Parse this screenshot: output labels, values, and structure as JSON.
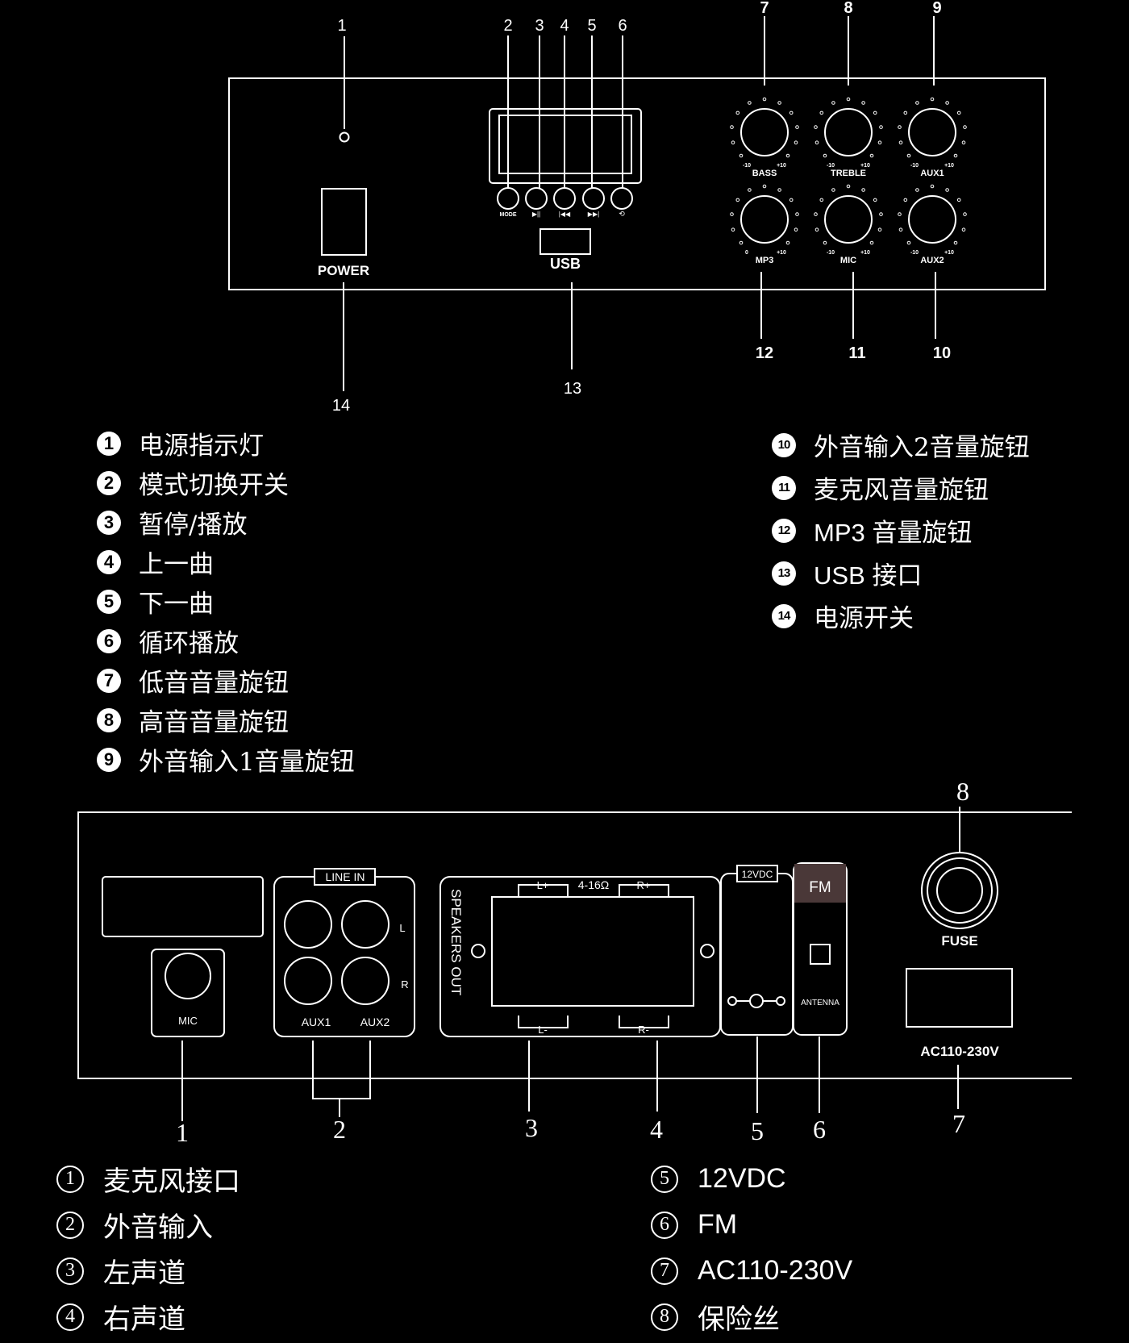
{
  "front_panel": {
    "callouts": [
      "1",
      "2",
      "3",
      "4",
      "5",
      "6",
      "7",
      "8",
      "9",
      "10",
      "11",
      "12",
      "13",
      "14"
    ],
    "labels": {
      "power": "POWER",
      "usb": "USB",
      "mode": "MODE",
      "knob_min": "-10",
      "knob_min_zero": "0",
      "knob_max": "+10"
    },
    "knobs": [
      "BASS",
      "TREBLE",
      "AUX1",
      "MP3",
      "MIC",
      "AUX2"
    ]
  },
  "legend_top_left": [
    {
      "num": "1",
      "text": "电源指示灯"
    },
    {
      "num": "2",
      "text": "模式切换开关"
    },
    {
      "num": "3",
      "text": "暂停/播放"
    },
    {
      "num": "4",
      "text": "上一曲"
    },
    {
      "num": "5",
      "text": "下一曲"
    },
    {
      "num": "6",
      "text": "循环播放"
    },
    {
      "num": "7",
      "text": "低音音量旋钮"
    },
    {
      "num": "8",
      "text": "高音音量旋钮"
    },
    {
      "num": "9",
      "text": "外音输入1音量旋钮"
    }
  ],
  "legend_top_right": [
    {
      "num": "10",
      "text": "外音输入2音量旋钮"
    },
    {
      "num": "11",
      "text": "麦克风音量旋钮"
    },
    {
      "num": "12",
      "text": "MP3 音量旋钮"
    },
    {
      "num": "13",
      "text": "USB 接口"
    },
    {
      "num": "14",
      "text": "电源开关"
    }
  ],
  "rear_panel": {
    "callouts": [
      "1",
      "2",
      "3",
      "4",
      "5",
      "6",
      "7",
      "8"
    ],
    "labels": {
      "mic": "MIC",
      "line_in": "LINE IN",
      "aux1": "AUX1",
      "aux2": "AUX2",
      "l": "L",
      "r": "R",
      "speakers_out": "SPEAKERS OUT",
      "l_plus": "L+",
      "r_plus": "R+",
      "impedance": "4-16Ω",
      "l_minus": "L-",
      "r_minus": "R-",
      "vdc": "12VDC",
      "fm": "FM",
      "antenna": "ANTENNA",
      "fuse": "FUSE",
      "ac": "AC110-230V"
    }
  },
  "legend_bottom_left": [
    {
      "num": "1",
      "text": "麦克风接口"
    },
    {
      "num": "2",
      "text": "外音输入"
    },
    {
      "num": "3",
      "text": "左声道"
    },
    {
      "num": "4",
      "text": "右声道"
    }
  ],
  "legend_bottom_right": [
    {
      "num": "5",
      "text": "12VDC"
    },
    {
      "num": "6",
      "text": "FM"
    },
    {
      "num": "7",
      "text": "AC110-230V"
    },
    {
      "num": "8",
      "text": "保险丝"
    }
  ]
}
